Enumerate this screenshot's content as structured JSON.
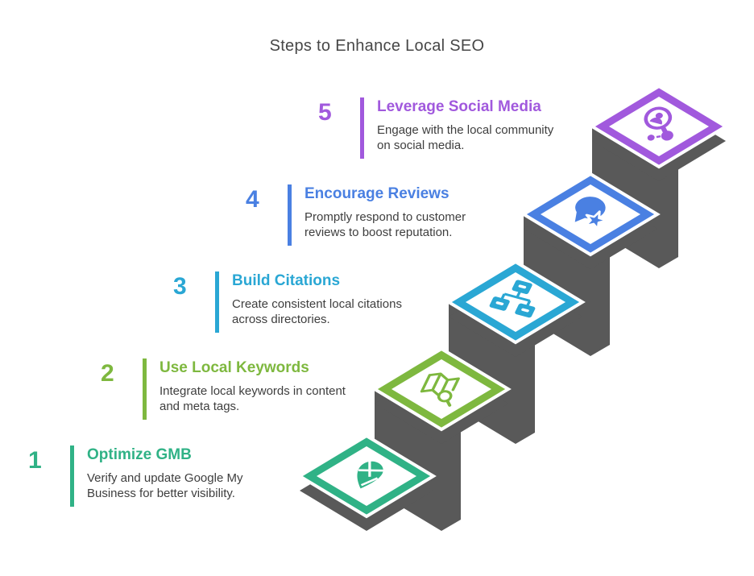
{
  "title": "Steps to Enhance Local SEO",
  "palette": {
    "step_block_gray": "#595959",
    "background": "#ffffff",
    "body_text": "#3e3e3e",
    "title_text": "#474747"
  },
  "steps": [
    {
      "number": "1",
      "title": "Optimize GMB",
      "description": "Verify and update Google My Business for better visibility.",
      "color": "#30b286",
      "icon": "map-pin-icon"
    },
    {
      "number": "2",
      "title": "Use Local Keywords",
      "description": "Integrate local keywords in content and meta tags.",
      "color": "#7eb83f",
      "icon": "map-search-icon"
    },
    {
      "number": "3",
      "title": "Build Citations",
      "description": "Create consistent local citations across directories.",
      "color": "#2aa7d4",
      "icon": "sitemap-icon"
    },
    {
      "number": "4",
      "title": "Encourage Reviews",
      "description": "Promptly respond to customer reviews to boost reputation.",
      "color": "#4a80e2",
      "icon": "review-bubble-star-icon"
    },
    {
      "number": "5",
      "title": "Leverage Social Media",
      "description": "Engage with the local community on social media.",
      "color": "#a159dd",
      "icon": "social-user-search-icon"
    }
  ]
}
